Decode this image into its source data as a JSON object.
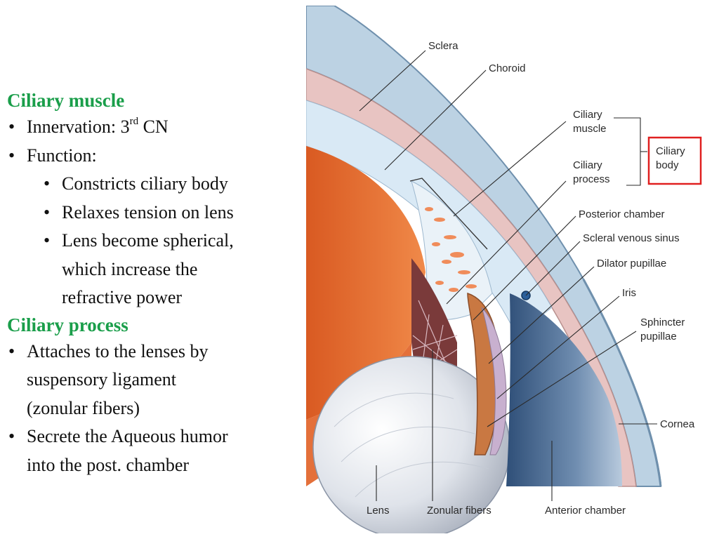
{
  "ciliary_muscle": {
    "heading": "Ciliary muscle",
    "innervation_prefix": "Innervation: 3",
    "innervation_sup": "rd",
    "innervation_suffix": " CN",
    "function_label": "Function:",
    "function_items": [
      "Constricts ciliary body",
      "Relaxes tension on lens",
      "Lens become spherical,",
      "which increase the",
      "refractive power"
    ]
  },
  "ciliary_process": {
    "heading": "Ciliary process",
    "items": [
      "Attaches to the lenses by",
      "suspensory ligament",
      "(zonular fibers)",
      "Secrete the Aqueous humor",
      "into the post. chamber"
    ]
  },
  "figure": {
    "labels": {
      "sclera": "Sclera",
      "choroid": "Choroid",
      "ciliary_muscle_1": "Ciliary",
      "ciliary_muscle_2": "muscle",
      "ciliary_process_1": "Ciliary",
      "ciliary_process_2": "process",
      "ciliary_body_1": "Ciliary",
      "ciliary_body_2": "body",
      "posterior_chamber": "Posterior chamber",
      "scleral_venous_sinus": "Scleral venous sinus",
      "dilator_pupillae": "Dilator pupillae",
      "iris": "Iris",
      "sphincter_pupillae_1": "Sphincter",
      "sphincter_pupillae_2": "pupillae",
      "cornea": "Cornea",
      "lens": "Lens",
      "zonular_fibers": "Zonular fibers",
      "anterior_chamber": "Anterior chamber"
    },
    "colors": {
      "highlight_box": "#e02020",
      "heading_green": "#1a9e4a"
    }
  }
}
